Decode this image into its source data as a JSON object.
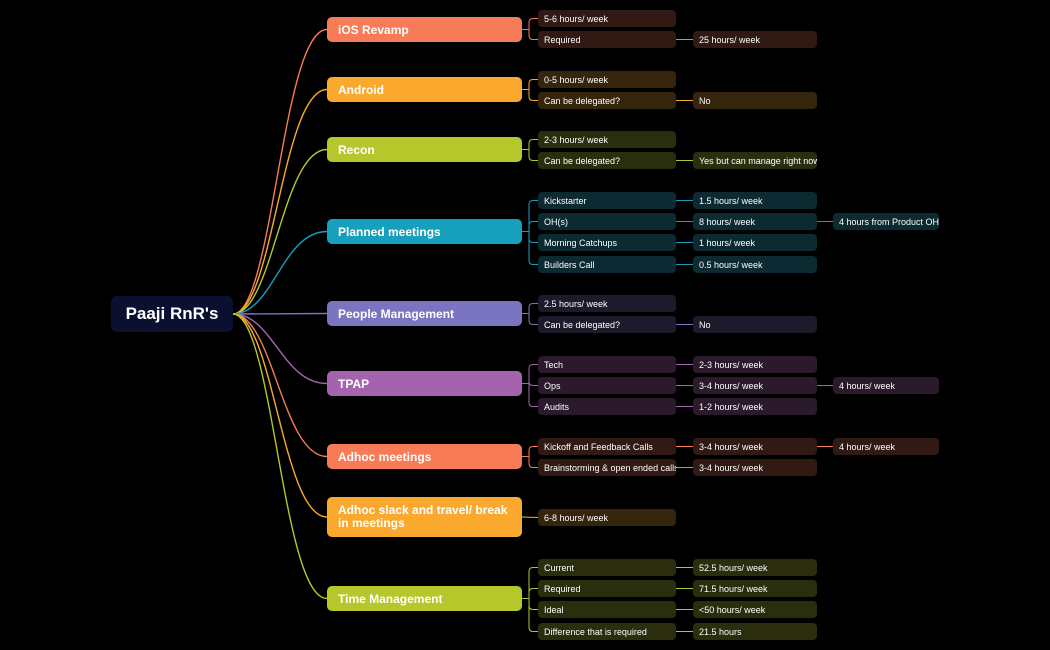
{
  "root": {
    "label": "Paaji RnR's"
  },
  "branches": [
    {
      "label": "iOS Revamp",
      "color": "#f77b57",
      "leaf_bg": "#311a14",
      "children": [
        {
          "label": "5-6 hours/ week"
        },
        {
          "label": "Required",
          "children": [
            {
              "label": "25 hours/ week"
            }
          ]
        }
      ]
    },
    {
      "label": "Android",
      "color": "#fba92e",
      "leaf_bg": "#34250c",
      "children": [
        {
          "label": "0-5 hours/ week"
        },
        {
          "label": "Can be delegated?",
          "children": [
            {
              "label": "No"
            }
          ]
        }
      ]
    },
    {
      "label": "Recon",
      "color": "#b5c72b",
      "leaf_bg": "#2a2e0d",
      "children": [
        {
          "label": "2-3 hours/ week"
        },
        {
          "label": "Can be delegated?",
          "children": [
            {
              "label": "Yes but can manage right now"
            }
          ]
        }
      ]
    },
    {
      "label": "Planned meetings",
      "color": "#16a0be",
      "leaf_bg": "#0b2a31",
      "children": [
        {
          "label": "Kickstarter",
          "children": [
            {
              "label": "1.5 hours/ week"
            }
          ]
        },
        {
          "label": "OH(s)",
          "children": [
            {
              "label": "8 hours/ week",
              "children": [
                {
                  "label": "4 hours from Product OH"
                }
              ]
            }
          ]
        },
        {
          "label": "Morning Catchups",
          "children": [
            {
              "label": "1 hours/ week"
            }
          ]
        },
        {
          "label": "Builders Call",
          "children": [
            {
              "label": "0.5 hours/ week"
            }
          ]
        }
      ]
    },
    {
      "label": "People Management",
      "color": "#7b75c1",
      "leaf_bg": "#1d1b2b",
      "children": [
        {
          "label": "2.5 hours/ week"
        },
        {
          "label": "Can be delegated?",
          "children": [
            {
              "label": "No"
            }
          ]
        }
      ]
    },
    {
      "label": "TPAP",
      "color": "#a463ac",
      "leaf_bg": "#2a1a2b",
      "children": [
        {
          "label": "Tech",
          "children": [
            {
              "label": "2-3 hours/ week"
            }
          ]
        },
        {
          "label": "Ops",
          "children": [
            {
              "label": "3-4 hours/ week",
              "children": [
                {
                  "label": "4 hours/ week"
                }
              ]
            }
          ]
        },
        {
          "label": "Audits",
          "children": [
            {
              "label": "1-2 hours/ week"
            }
          ]
        }
      ]
    },
    {
      "label": "Adhoc meetings",
      "color": "#f77b57",
      "leaf_bg": "#311a14",
      "children": [
        {
          "label": "Kickoff and Feedback Calls",
          "children": [
            {
              "label": "3-4 hours/ week",
              "children": [
                {
                  "label": "4 hours/ week"
                }
              ]
            }
          ]
        },
        {
          "label": "Brainstorming & open ended calls",
          "children": [
            {
              "label": "3-4 hours/ week"
            }
          ]
        }
      ]
    },
    {
      "label": "Adhoc slack and travel/ break in meetings",
      "color": "#fba92e",
      "leaf_bg": "#34250c",
      "children": [
        {
          "label": "6-8 hours/ week"
        }
      ]
    },
    {
      "label": "Time Management",
      "color": "#b5c72b",
      "leaf_bg": "#2a2e0d",
      "children": [
        {
          "label": "Current",
          "children": [
            {
              "label": "52.5 hours/ week"
            }
          ]
        },
        {
          "label": "Required",
          "children": [
            {
              "label": "71.5 hours/ week"
            }
          ]
        },
        {
          "label": "Ideal",
          "children": [
            {
              "label": "<50 hours/ week"
            }
          ]
        },
        {
          "label": "Difference that is required",
          "children": [
            {
              "label": "21.5 hours"
            }
          ]
        }
      ]
    }
  ]
}
